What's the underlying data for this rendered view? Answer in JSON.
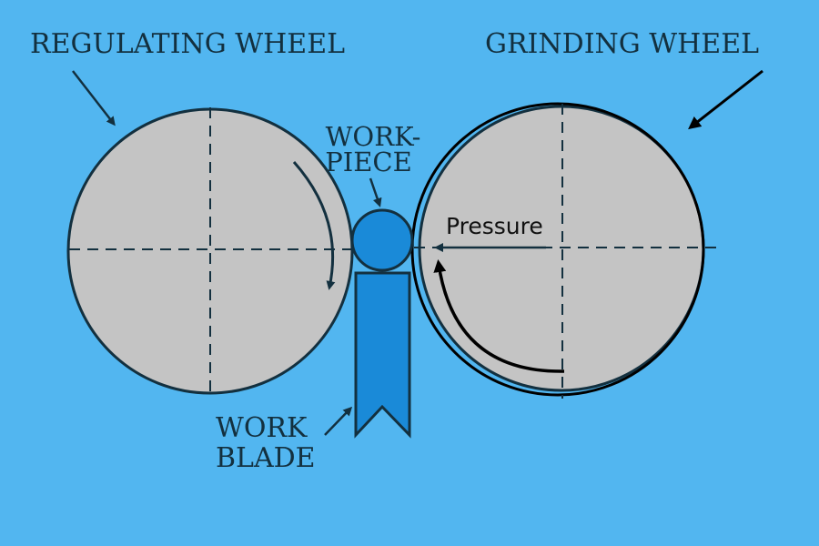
{
  "labels": {
    "regulating_wheel": "REGULATING WHEEL",
    "grinding_wheel": "GRINDING WHEEL",
    "workpiece_line1": "WORK-",
    "workpiece_line2": "PIECE",
    "work_blade_line1": "WORK",
    "work_blade_line2": "BLADE",
    "pressure": "Pressure"
  },
  "colors": {
    "background": "#52b6f0",
    "wheel_fill": "#c4c4c4",
    "workpiece_fill": "#1a8ad8",
    "outline": "#13303f"
  }
}
